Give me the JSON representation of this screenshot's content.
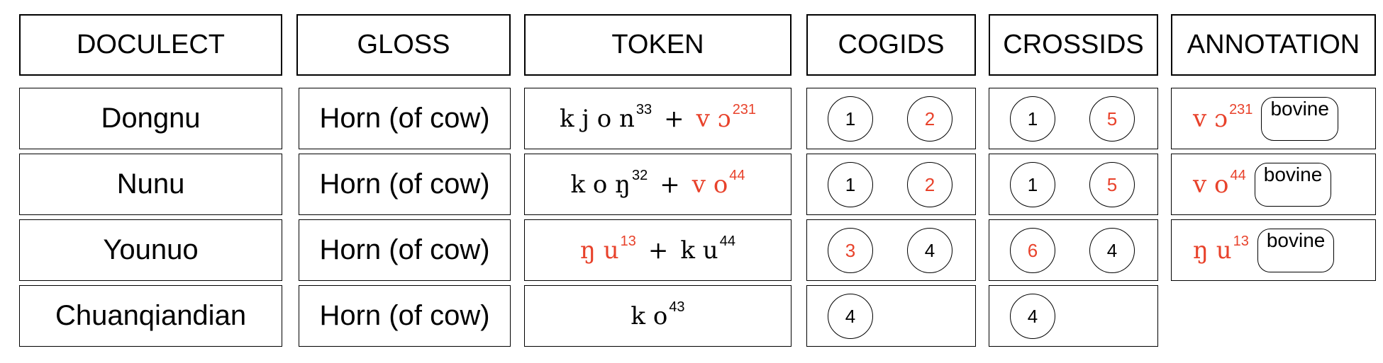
{
  "headers": {
    "doculect": "DOCULECT",
    "gloss": "GLOSS",
    "token": "TOKEN",
    "cogids": "COGIDS",
    "crossids": "CROSSIDS",
    "annotation": "ANNOTATION"
  },
  "colors": {
    "highlight": "#e8422b",
    "text": "#000000",
    "border": "#000000"
  },
  "rows": [
    {
      "doculect": "Dongnu",
      "gloss": "Horn (of cow)",
      "token": [
        {
          "segments": "k j o n",
          "tone": "33",
          "highlight": false
        },
        {
          "segments": "v ɔ",
          "tone": "231",
          "highlight": true
        }
      ],
      "cogids": [
        {
          "value": "1",
          "highlight": false
        },
        {
          "value": "2",
          "highlight": true
        }
      ],
      "crossids": [
        {
          "value": "1",
          "highlight": false
        },
        {
          "value": "5",
          "highlight": true
        }
      ],
      "annotation": {
        "segments": "v ɔ",
        "tone": "231",
        "tag": "bovine"
      }
    },
    {
      "doculect": "Nunu",
      "gloss": "Horn (of cow)",
      "token": [
        {
          "segments": "k o ŋ",
          "tone": "32",
          "highlight": false
        },
        {
          "segments": "v o",
          "tone": "44",
          "highlight": true
        }
      ],
      "cogids": [
        {
          "value": "1",
          "highlight": false
        },
        {
          "value": "2",
          "highlight": true
        }
      ],
      "crossids": [
        {
          "value": "1",
          "highlight": false
        },
        {
          "value": "5",
          "highlight": true
        }
      ],
      "annotation": {
        "segments": "v o",
        "tone": "44",
        "tag": "bovine"
      }
    },
    {
      "doculect": "Younuo",
      "gloss": "Horn (of cow)",
      "token": [
        {
          "segments": "ŋ u",
          "tone": "13",
          "highlight": true
        },
        {
          "segments": "k u",
          "tone": "44",
          "highlight": false
        }
      ],
      "cogids": [
        {
          "value": "3",
          "highlight": true
        },
        {
          "value": "4",
          "highlight": false
        }
      ],
      "crossids": [
        {
          "value": "6",
          "highlight": true
        },
        {
          "value": "4",
          "highlight": false
        }
      ],
      "annotation": {
        "segments": "ŋ u",
        "tone": "13",
        "tag": "bovine"
      }
    },
    {
      "doculect": "Chuanqiandian",
      "gloss": "Horn (of cow)",
      "token": [
        {
          "segments": "k o",
          "tone": "43",
          "highlight": false
        }
      ],
      "cogids": [
        {
          "value": "4",
          "highlight": false
        }
      ],
      "crossids": [
        {
          "value": "4",
          "highlight": false
        }
      ],
      "annotation": null
    }
  ]
}
